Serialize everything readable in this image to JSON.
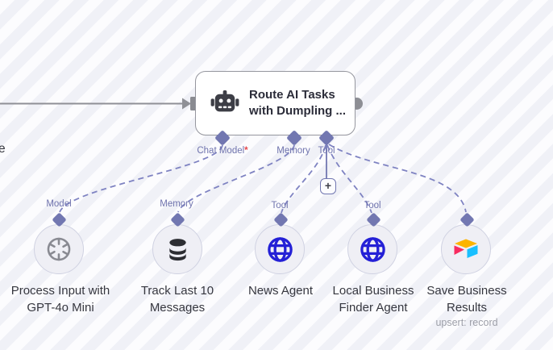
{
  "canvas": {
    "stripe_light": "#fcfcfe",
    "stripe_dark": "#f0f1f7"
  },
  "offscreen_node_fragment": "e",
  "main_node": {
    "icon": "robot-icon",
    "title_line1": "Route AI Tasks",
    "title_line2": "with Dumpling ...",
    "ports": [
      {
        "label": "Chat Model",
        "required_mark": "*"
      },
      {
        "label": "Memory",
        "required_mark": ""
      },
      {
        "label": "Tool",
        "required_mark": ""
      }
    ]
  },
  "add_tool_button_label": "+",
  "sub_nodes": [
    {
      "icon": "openai-icon",
      "port_label": "Model",
      "name_line1": "Process Input with",
      "name_line2": "GPT-4o Mini",
      "subtitle": ""
    },
    {
      "icon": "database-icon",
      "port_label": "Memory",
      "name_line1": "Track Last 10",
      "name_line2": "Messages",
      "subtitle": ""
    },
    {
      "icon": "globe-icon",
      "port_label": "Tool",
      "name_line1": "News Agent",
      "name_line2": "",
      "subtitle": ""
    },
    {
      "icon": "globe-icon",
      "port_label": "Tool",
      "name_line1": "Local Business",
      "name_line2": "Finder Agent",
      "subtitle": ""
    },
    {
      "icon": "airtable-icon",
      "port_label": "",
      "name_line1": "Save Business",
      "name_line2": "Results",
      "subtitle": "upsert: record"
    }
  ],
  "colors": {
    "connector_purple": "#7f83c2",
    "diamond_purple": "#7277b1",
    "edge_gray": "#8e8f95",
    "globe_blue": "#2420d6",
    "airtable_yellow": "#fcb400",
    "airtable_red": "#f82b60",
    "airtable_blue": "#18bfff"
  }
}
